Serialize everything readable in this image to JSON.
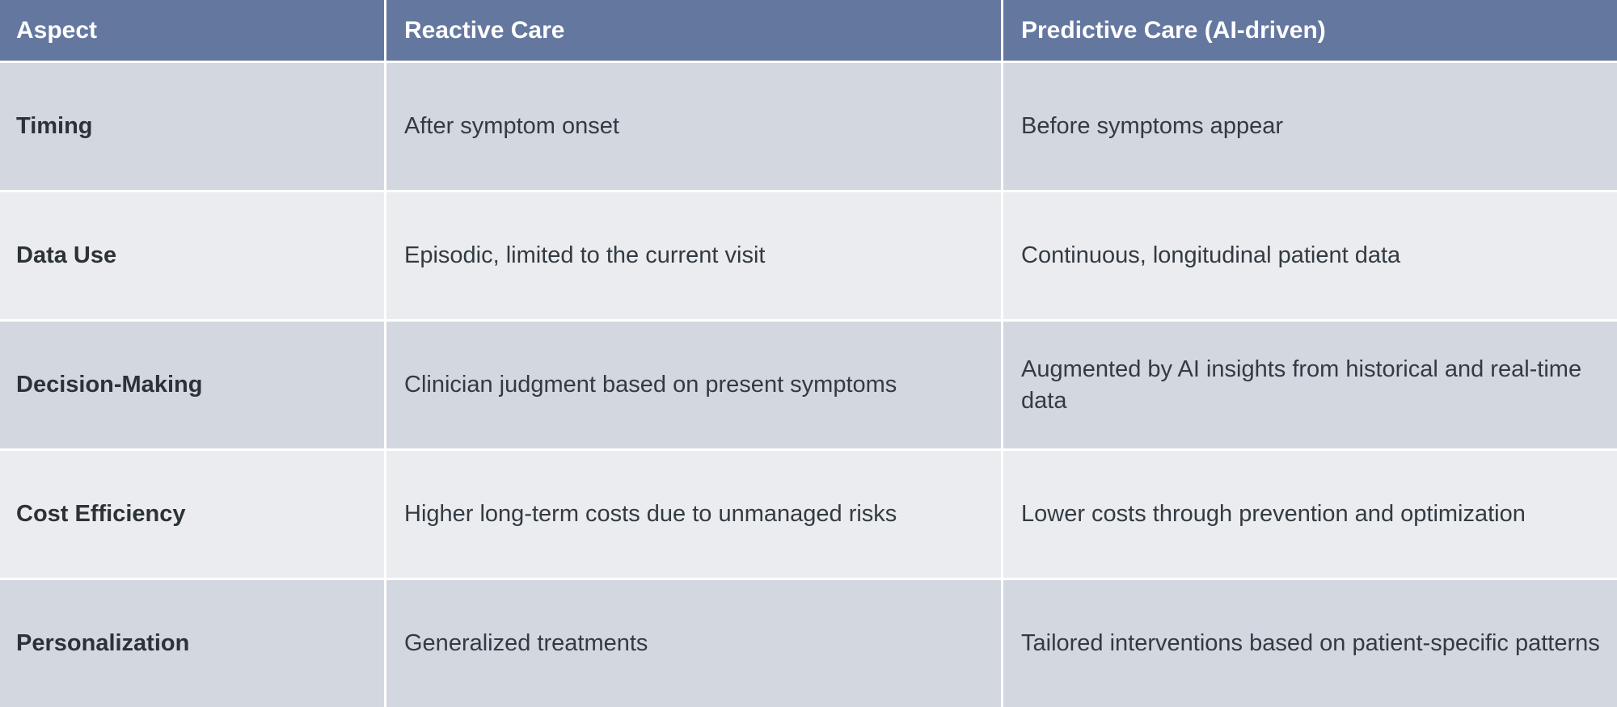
{
  "table": {
    "columns": [
      "Aspect",
      "Reactive Care",
      "Predictive Care (AI-driven)"
    ],
    "rows": [
      {
        "aspect": "Timing",
        "reactive": "After symptom onset",
        "predictive": "Before symptoms appear"
      },
      {
        "aspect": "Data Use",
        "reactive": "Episodic, limited to the current visit",
        "predictive": "Continuous, longitudinal patient data"
      },
      {
        "aspect": "Decision-Making",
        "reactive": "Clinician judgment based on present symptoms",
        "predictive": "Augmented by AI insights from historical and real-time data"
      },
      {
        "aspect": "Cost Efficiency",
        "reactive": "Higher long-term costs due to unmanaged risks",
        "predictive": "Lower costs through prevention and optimization"
      },
      {
        "aspect": "Personalization",
        "reactive": "Generalized treatments",
        "predictive": "Tailored interventions based on patient-specific patterns"
      }
    ]
  },
  "colors": {
    "header_background": "#64779F",
    "header_text": "#FFFFFF",
    "row_shade_a": "#D3D8E0",
    "row_shade_b": "#EAECEF",
    "body_text": "#333A42",
    "aspect_text": "#2C3238",
    "gutter": "#FFFFFF"
  }
}
